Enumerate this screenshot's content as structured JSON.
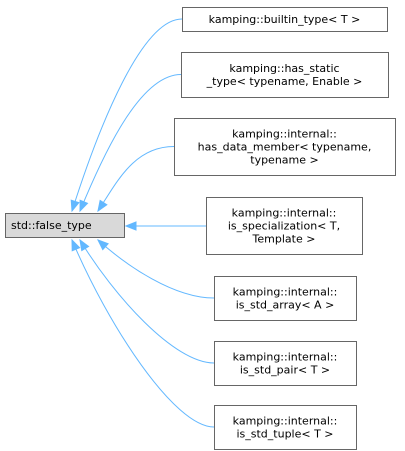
{
  "base": {
    "name": "base-class-std-false-type",
    "lines": [
      "std::false_type"
    ]
  },
  "derived": [
    {
      "name": "class-builtin-type",
      "lines": [
        "kamping::builtin_type< T >"
      ]
    },
    {
      "name": "class-has-static-type",
      "lines": [
        "kamping::has_static",
        "_type< typename, Enable >"
      ]
    },
    {
      "name": "class-has-data-member",
      "lines": [
        "kamping::internal::",
        "has_data_member< typename,",
        "typename >"
      ]
    },
    {
      "name": "class-is-specialization",
      "lines": [
        "kamping::internal::",
        "is_specialization< T,",
        "Template >"
      ]
    },
    {
      "name": "class-is-std-array",
      "lines": [
        "kamping::internal::",
        "is_std_array< A >"
      ]
    },
    {
      "name": "class-is-std-pair",
      "lines": [
        "kamping::internal::",
        "is_std_pair< T >"
      ]
    },
    {
      "name": "class-is-std-tuple",
      "lines": [
        "kamping::internal::",
        "is_std_tuple< T >"
      ]
    }
  ],
  "colors": {
    "edge": "#63b8ff",
    "base_fill": "#d9d9d9",
    "node_border": "#666666"
  }
}
